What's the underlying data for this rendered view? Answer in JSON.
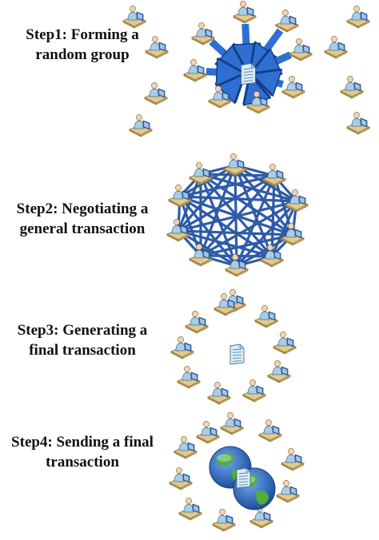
{
  "steps": [
    {
      "line1": "Step1: Forming a",
      "line2": "random group"
    },
    {
      "line1": "Step2: Negotiating a",
      "line2": "general transaction"
    },
    {
      "line1": "Step3: Generating a",
      "line2": "final transaction"
    },
    {
      "line1": "Step4: Sending a final",
      "line2": "transaction"
    }
  ],
  "colors": {
    "arrow": "#2f6fd1",
    "link": "#2e5ba8",
    "desk": "#e2c98f",
    "monitor": "#3e6fb0",
    "person": "#a9cde6",
    "document": "#d9ecf7",
    "globe_ocean": "#2b6cc4",
    "globe_land": "#4fae3c"
  },
  "icons": [
    "user-workstation-icon",
    "document-icon",
    "globe-icon",
    "arrow-icon"
  ]
}
